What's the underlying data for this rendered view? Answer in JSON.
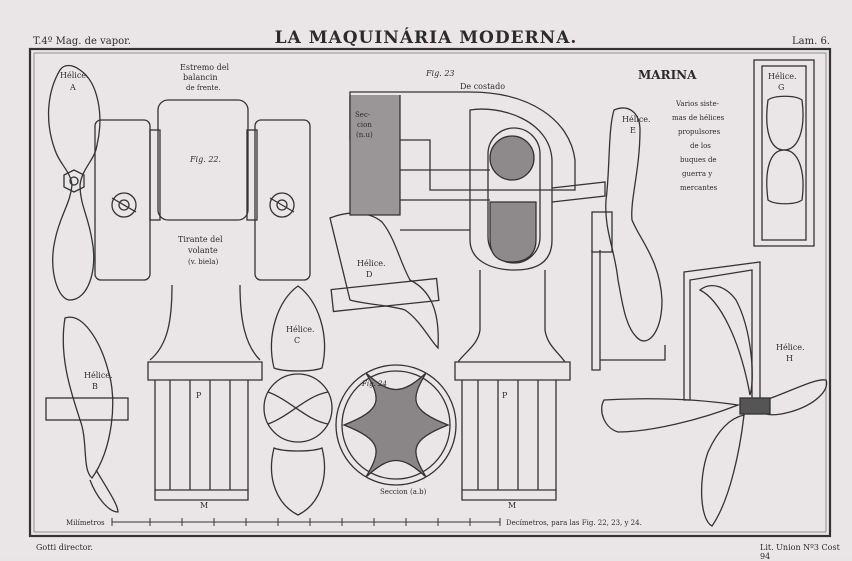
{
  "header": {
    "volume": "T.4º Mag. de vapor.",
    "title": "LA MAQUINÁRIA MODERNA.",
    "plate": "Lam. 6."
  },
  "labels": {
    "helice_a": [
      "Hélice.",
      "A"
    ],
    "helice_b": [
      "Hélice.",
      "B"
    ],
    "helice_c": [
      "Hélice.",
      "C"
    ],
    "helice_d": [
      "Hélice.",
      "D"
    ],
    "helice_e": [
      "Hélice.",
      "E"
    ],
    "helice_g": [
      "Hélice.",
      "G"
    ],
    "helice_h": [
      "Hélice.",
      "H"
    ],
    "fig22": "Fig. 22.",
    "fig22_caption": [
      "Estremo del",
      "balancin",
      "de frente."
    ],
    "fig23": "Fig. 23",
    "fig23_caption": "De costado",
    "fig24": "Fig. 24",
    "seccion_nu": [
      "Sec-",
      "cion",
      "(n.u)"
    ],
    "seccion_ab": "Seccion (a.b)",
    "tirante": [
      "Tirante del",
      "volante",
      "(v. biela)"
    ],
    "marina_title": "MARINA",
    "marina_text": [
      "Varios siste-",
      "mas de hélices",
      "propulsores",
      "de los",
      "buques de",
      "guerra y",
      "mercantes"
    ],
    "P": "P",
    "M": "M"
  },
  "scale": {
    "left": "Milímetros",
    "right": "Decímetros, para las Fig. 22, 23, y 24."
  },
  "footer": {
    "left": "Gotti director.",
    "right": "Lit. Union Nº3 Cost 94"
  }
}
